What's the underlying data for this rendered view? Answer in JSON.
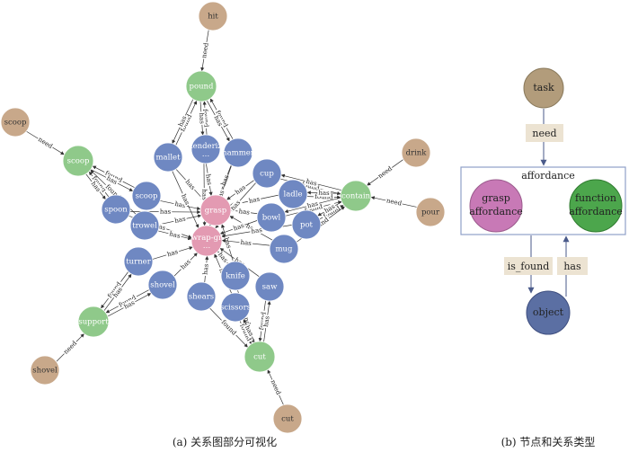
{
  "colors": {
    "task": "#c8a88a",
    "affordance": "#8fc98a",
    "object": "#6f88c2",
    "core_affordance": "#e39ab2",
    "legend_task": "#b29c7b",
    "legend_grasp": "#c879b6",
    "legend_function": "#4ca64c",
    "legend_object": "#5b6fa3",
    "edge": "#333333",
    "legend_box": "#8fa0c8",
    "legend_label_bg": "#ece3d2"
  },
  "graph": {
    "nodes": [
      {
        "id": "hit",
        "label": "hit",
        "type": "task"
      },
      {
        "id": "scoop_t",
        "label": "scoop",
        "type": "task"
      },
      {
        "id": "drink",
        "label": "drink",
        "type": "task"
      },
      {
        "id": "pour",
        "label": "pour",
        "type": "task"
      },
      {
        "id": "shovel_t",
        "label": "shovel",
        "type": "task"
      },
      {
        "id": "cut_t",
        "label": "cut",
        "type": "task"
      },
      {
        "id": "pound",
        "label": "pound",
        "type": "affordance"
      },
      {
        "id": "scoop_a",
        "label": "scoop",
        "type": "affordance"
      },
      {
        "id": "contain",
        "label": "contain",
        "type": "affordance"
      },
      {
        "id": "support",
        "label": "support",
        "type": "affordance"
      },
      {
        "id": "cut_a",
        "label": "cut",
        "type": "affordance"
      },
      {
        "id": "grasp",
        "label": "grasp",
        "type": "core"
      },
      {
        "id": "wrapgr",
        "label": "wrap-gr…",
        "type": "core"
      },
      {
        "id": "mallet",
        "label": "mallet",
        "type": "object"
      },
      {
        "id": "tenderiz",
        "label": "tenderiz…",
        "type": "object"
      },
      {
        "id": "hammer",
        "label": "hammer",
        "type": "object"
      },
      {
        "id": "scoop_o",
        "label": "scoop",
        "type": "object"
      },
      {
        "id": "spoon",
        "label": "spoon",
        "type": "object"
      },
      {
        "id": "trowel",
        "label": "trowel",
        "type": "object"
      },
      {
        "id": "cup",
        "label": "cup",
        "type": "object"
      },
      {
        "id": "ladle",
        "label": "ladle",
        "type": "object"
      },
      {
        "id": "bowl",
        "label": "bowl",
        "type": "object"
      },
      {
        "id": "pot",
        "label": "pot",
        "type": "object"
      },
      {
        "id": "mug",
        "label": "mug",
        "type": "object"
      },
      {
        "id": "turner",
        "label": "turner",
        "type": "object"
      },
      {
        "id": "shovel_o",
        "label": "shovel",
        "type": "object"
      },
      {
        "id": "knife",
        "label": "knife",
        "type": "object"
      },
      {
        "id": "saw",
        "label": "saw",
        "type": "object"
      },
      {
        "id": "shears",
        "label": "shears",
        "type": "object"
      },
      {
        "id": "scissors",
        "label": "scissors",
        "type": "object"
      }
    ],
    "edges": [
      {
        "from": "hit",
        "to": "pound",
        "label": "need"
      },
      {
        "from": "scoop_t",
        "to": "scoop_a",
        "label": "need"
      },
      {
        "from": "drink",
        "to": "contain",
        "label": "need"
      },
      {
        "from": "pour",
        "to": "contain",
        "label": "need"
      },
      {
        "from": "shovel_t",
        "to": "support",
        "label": "need"
      },
      {
        "from": "cut_t",
        "to": "cut_a",
        "label": "need"
      },
      {
        "from": "mallet",
        "to": "pound",
        "label": "found"
      },
      {
        "from": "tenderiz",
        "to": "pound",
        "label": "found"
      },
      {
        "from": "hammer",
        "to": "pound",
        "label": "found"
      },
      {
        "from": "pound",
        "to": "mallet",
        "label": "has"
      },
      {
        "from": "pound",
        "to": "tenderiz",
        "label": "has"
      },
      {
        "from": "pound",
        "to": "hammer",
        "label": "has"
      },
      {
        "from": "scoop_o",
        "to": "scoop_a",
        "label": "found"
      },
      {
        "from": "spoon",
        "to": "scoop_a",
        "label": "found"
      },
      {
        "from": "trowel",
        "to": "scoop_a",
        "label": "found"
      },
      {
        "from": "scoop_a",
        "to": "scoop_o",
        "label": "has"
      },
      {
        "from": "scoop_a",
        "to": "spoon",
        "label": "has"
      },
      {
        "from": "cup",
        "to": "contain",
        "label": "found"
      },
      {
        "from": "ladle",
        "to": "contain",
        "label": "found"
      },
      {
        "from": "bowl",
        "to": "contain",
        "label": "found"
      },
      {
        "from": "pot",
        "to": "contain",
        "label": "found"
      },
      {
        "from": "mug",
        "to": "contain",
        "label": "found"
      },
      {
        "from": "contain",
        "to": "cup",
        "label": "has"
      },
      {
        "from": "contain",
        "to": "ladle",
        "label": "has"
      },
      {
        "from": "contain",
        "to": "bowl",
        "label": "has"
      },
      {
        "from": "contain",
        "to": "pot",
        "label": "has"
      },
      {
        "from": "turner",
        "to": "support",
        "label": "found"
      },
      {
        "from": "shovel_o",
        "to": "support",
        "label": "found"
      },
      {
        "from": "support",
        "to": "turner",
        "label": "has"
      },
      {
        "from": "support",
        "to": "shovel_o",
        "label": "has"
      },
      {
        "from": "knife",
        "to": "cut_a",
        "label": "found"
      },
      {
        "from": "saw",
        "to": "cut_a",
        "label": "found"
      },
      {
        "from": "shears",
        "to": "cut_a",
        "label": "found"
      },
      {
        "from": "scissors",
        "to": "cut_a",
        "label": "found"
      },
      {
        "from": "cut_a",
        "to": "saw",
        "label": "has"
      },
      {
        "from": "cut_a",
        "to": "scissors",
        "label": "has"
      },
      {
        "from": "mallet",
        "to": "grasp",
        "label": "has"
      },
      {
        "from": "tenderiz",
        "to": "grasp",
        "label": "has"
      },
      {
        "from": "hammer",
        "to": "grasp",
        "label": "has"
      },
      {
        "from": "scoop_o",
        "to": "grasp",
        "label": "has"
      },
      {
        "from": "spoon",
        "to": "grasp",
        "label": "has"
      },
      {
        "from": "trowel",
        "to": "grasp",
        "label": "has"
      },
      {
        "from": "cup",
        "to": "grasp",
        "label": "has"
      },
      {
        "from": "ladle",
        "to": "grasp",
        "label": "has"
      },
      {
        "from": "bowl",
        "to": "grasp",
        "label": "has"
      },
      {
        "from": "mug",
        "to": "grasp",
        "label": "has"
      },
      {
        "from": "knife",
        "to": "grasp",
        "label": "has"
      },
      {
        "from": "mallet",
        "to": "wrapgr",
        "label": "has"
      },
      {
        "from": "tenderiz",
        "to": "wrapgr",
        "label": "has"
      },
      {
        "from": "hammer",
        "to": "wrapgr",
        "label": "has"
      },
      {
        "from": "spoon",
        "to": "wrapgr",
        "label": "has"
      },
      {
        "from": "trowel",
        "to": "wrapgr",
        "label": "has"
      },
      {
        "from": "cup",
        "to": "wrapgr",
        "label": "has"
      },
      {
        "from": "bowl",
        "to": "wrapgr",
        "label": "has"
      },
      {
        "from": "pot",
        "to": "wrapgr",
        "label": "has"
      },
      {
        "from": "mug",
        "to": "wrapgr",
        "label": "has"
      },
      {
        "from": "turner",
        "to": "wrapgr",
        "label": "has"
      },
      {
        "from": "shovel_o",
        "to": "wrapgr",
        "label": "has"
      },
      {
        "from": "knife",
        "to": "wrapgr",
        "label": "has"
      },
      {
        "from": "saw",
        "to": "wrapgr",
        "label": "has"
      },
      {
        "from": "shears",
        "to": "wrapgr",
        "label": "has"
      },
      {
        "from": "scissors",
        "to": "wrapgr",
        "label": "has"
      }
    ]
  },
  "legend": {
    "task": "task",
    "need": "need",
    "affordance_box": "affordance",
    "grasp_line1": "grasp",
    "grasp_line2": "affordance",
    "function_line1": "function",
    "function_line2": "affordance",
    "is_found": "is_found",
    "has": "has",
    "object": "object"
  },
  "captions": {
    "left": "(a) 关系图部分可视化",
    "right": "(b) 节点和关系类型"
  }
}
